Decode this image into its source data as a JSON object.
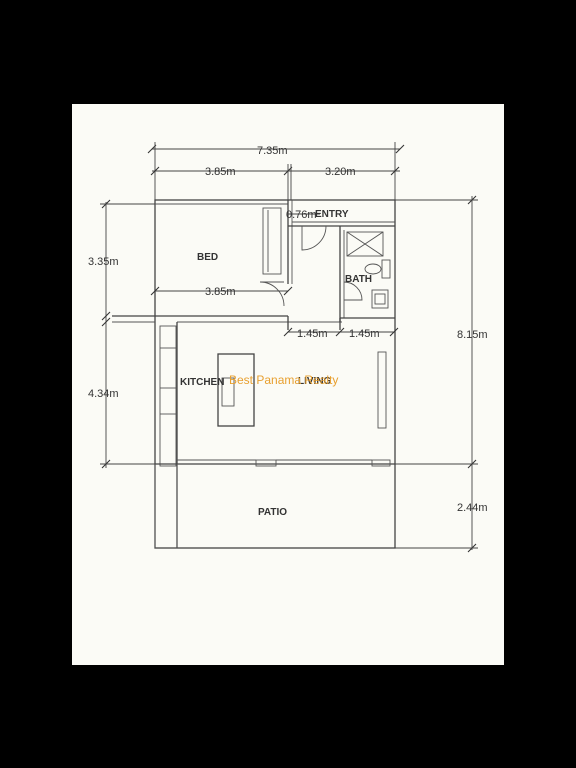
{
  "plan": {
    "dimensions": {
      "total_width": "7.35m",
      "bed_width_top": "3.85m",
      "right_width_top": "3.20m",
      "entry_width": "0.76m",
      "bed_width_inner": "3.85m",
      "hall_left": "1.45m",
      "hall_right": "1.45m",
      "bed_depth": "3.35m",
      "living_depth": "4.34m",
      "total_depth": "8.15m",
      "patio_depth": "2.44m"
    },
    "rooms": {
      "bed": "BED",
      "entry": "ENTRY",
      "bath": "BATH",
      "kitchen": "KITCHEN",
      "living": "LIVING",
      "patio": "PATIO"
    },
    "watermark": "Best Panama Realty"
  }
}
